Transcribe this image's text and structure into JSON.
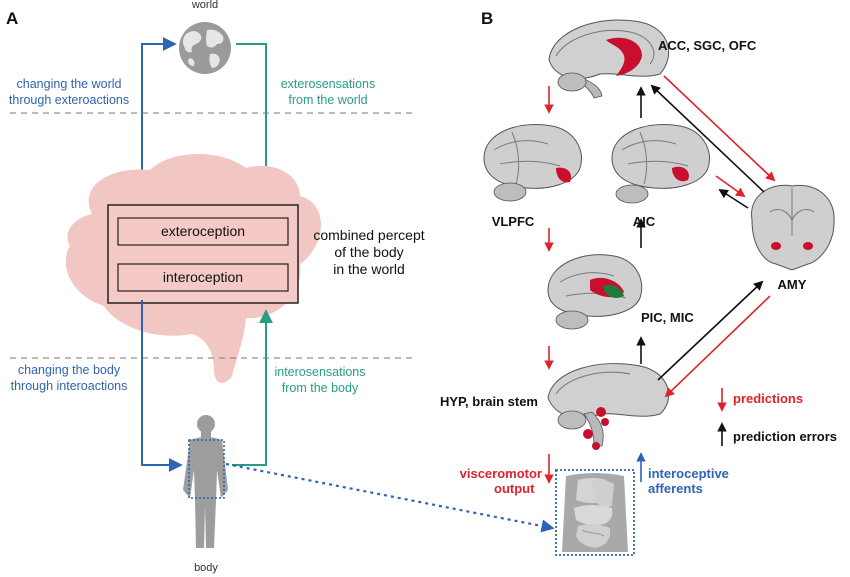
{
  "panel_a": {
    "label": "A",
    "world_label": "world",
    "body_label": "body",
    "exteroactions_line1": "changing the world",
    "exteroactions_line2": "through exteroactions",
    "exterosensations_line1": "exterosensations",
    "exterosensations_line2": "from the world",
    "interoactions_line1": "changing the body",
    "interoactions_line2": "through interoactions",
    "interosensations_line1": "interosensations",
    "interosensations_line2": "from the body",
    "exteroception": "exteroception",
    "interoception": "interoception",
    "percept_line1": "combined percept",
    "percept_line2": "of the body",
    "percept_line3": "in the world"
  },
  "panel_b": {
    "label": "B",
    "acc": "ACC, SGC, OFC",
    "vlpfc": "VLPFC",
    "aic": "AIC",
    "amy": "AMY",
    "pic": "PIC, MIC",
    "hyp": "HYP, brain stem",
    "visceromotor_line1": "visceromotor",
    "visceromotor_line2": "output",
    "afferents_line1": "interoceptive",
    "afferents_line2": "afferents",
    "legend_predictions": "predictions",
    "legend_errors": "prediction errors"
  },
  "colors": {
    "blue": "#2f63b3",
    "teal": "#2a9b83",
    "red": "#e0232a",
    "brain_pink": "#f2c6c3",
    "box_pink": "#f4c9c6",
    "gray": "#8a8a8a"
  }
}
